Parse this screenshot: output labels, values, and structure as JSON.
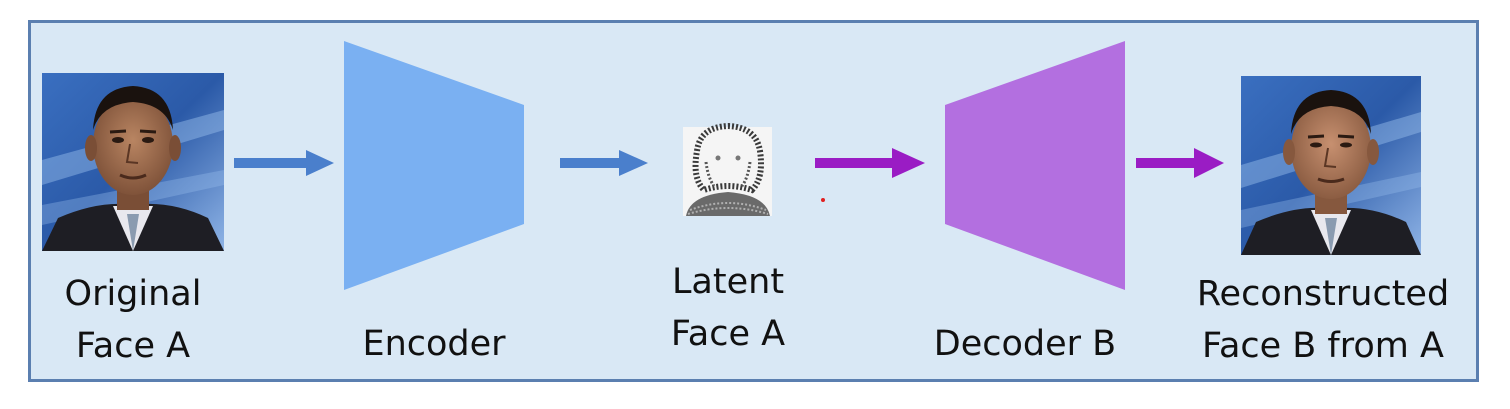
{
  "diagram": {
    "nodes": {
      "original_face": {
        "line1": "Original",
        "line2": "Face A"
      },
      "encoder": {
        "label": "Encoder"
      },
      "latent_face": {
        "line1": "Latent",
        "line2": "Face A"
      },
      "decoder": {
        "label": "Decoder B"
      },
      "reconstructed_face": {
        "line1": "Reconstructed",
        "line2": "Face B from A"
      }
    },
    "colors": {
      "panel_background": "#d9e8f5",
      "panel_border": "#5b7fb0",
      "encoder_fill": "#7ab0f2",
      "encoder_arrow": "#4a7fcc",
      "decoder_fill": "#b36fe0",
      "decoder_arrow": "#9a1cc4"
    },
    "edges": [
      {
        "from": "original_face",
        "to": "encoder",
        "color": "encoder_arrow"
      },
      {
        "from": "encoder",
        "to": "latent_face",
        "color": "encoder_arrow"
      },
      {
        "from": "latent_face",
        "to": "decoder",
        "color": "decoder_arrow"
      },
      {
        "from": "decoder",
        "to": "reconstructed_face",
        "color": "decoder_arrow"
      }
    ]
  }
}
